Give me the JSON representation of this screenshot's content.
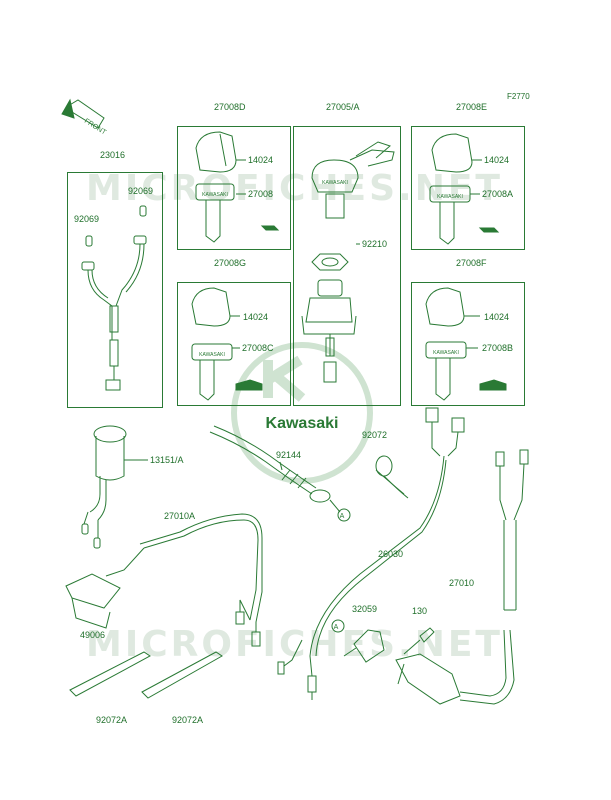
{
  "diagram": {
    "ref_code": "F2770",
    "front_label": "FRONT",
    "watermark": "MICROFICHES.NET",
    "logo_text": "Kawasaki",
    "callout_letter": "A",
    "key_brand": "KAWASAKI",
    "parts": {
      "p23016": "23016",
      "p92069a": "92069",
      "p92069b": "92069",
      "p27008D": "27008D",
      "p14024a": "14024",
      "p27008": "27008",
      "p27005A": "27005/A",
      "p92210": "92210",
      "p27008E": "27008E",
      "p14024b": "14024",
      "p27008A": "27008A",
      "p27008G": "27008G",
      "p14024c": "14024",
      "p27008C": "27008C",
      "p27008F": "27008F",
      "p14024d": "14024",
      "p27008B": "27008B",
      "p13151A": "13151/A",
      "p92144": "92144",
      "p92072": "92072",
      "p27010A": "27010A",
      "p26030": "26030",
      "p27010": "27010",
      "p49006": "49006",
      "p32059": "32059",
      "p130": "130",
      "p92072Aa": "92072A",
      "p92072Ab": "92072A"
    }
  },
  "colors": {
    "line": "#2a7a35",
    "text": "#1f6f2a",
    "watermark": "#dfe9e0"
  }
}
